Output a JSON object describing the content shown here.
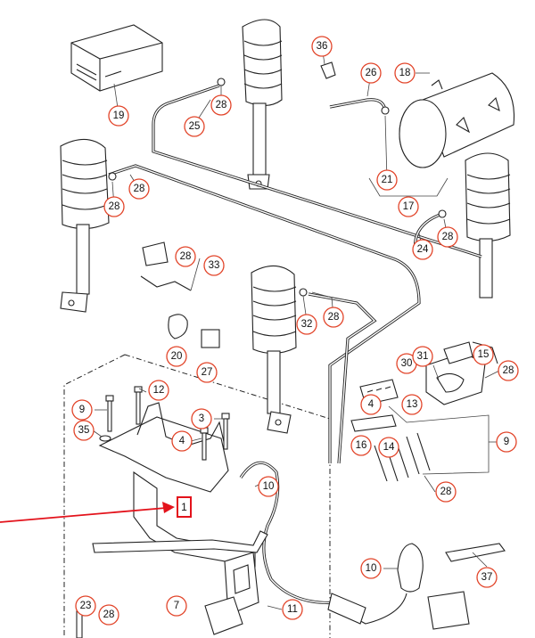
{
  "diagram": {
    "highlighted_part": "1",
    "pointer_color": "#e3121b",
    "callout_color": "#e2452a",
    "callouts": [
      "19",
      "36",
      "26",
      "18",
      "25",
      "28",
      "28",
      "28",
      "21",
      "17",
      "28",
      "24",
      "28",
      "33",
      "32",
      "28",
      "20",
      "27",
      "30",
      "31",
      "15",
      "28",
      "12",
      "9",
      "4",
      "13",
      "35",
      "3",
      "4",
      "9",
      "14",
      "16",
      "28",
      "10",
      "10",
      "37",
      "23",
      "28",
      "7",
      "11"
    ]
  }
}
